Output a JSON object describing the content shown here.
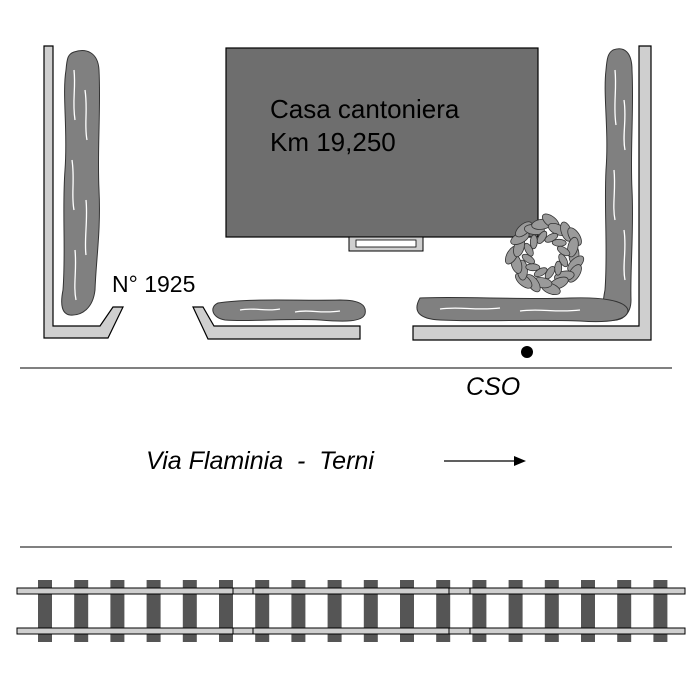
{
  "house": {
    "line1": "Casa cantoniera",
    "line2": "Km 19,250"
  },
  "plot_number": "N° 1925",
  "marker_label": "CSO",
  "road_label": "Via Flaminia  -  Terni",
  "colors": {
    "house_fill": "#6e6e6e",
    "wall_fill": "#cfcfcf",
    "hedge_fill": "#808080",
    "tree_fill": "#9a9a9a",
    "sleeper_fill": "#555555",
    "rail_fill": "#cfcfcf",
    "stroke": "#000000"
  }
}
